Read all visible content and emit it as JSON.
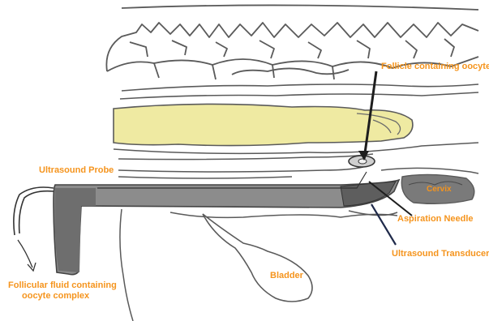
{
  "colors": {
    "label": "#f5941d",
    "outline": "#5a5a5a",
    "probe": "#8c8c8c",
    "probe_dark": "#6e6e6e",
    "colon": "#efeaa2",
    "cervix": "#7a7a7a",
    "pointer": "#1e1e1e",
    "transducer_line": "#1f2a4a"
  },
  "labels": {
    "follicle": "Follicle containing oocyte",
    "probe": "Ultrasound Probe",
    "cervix": "Cervix",
    "needle": "Aspiration Needle",
    "transducer": "Ultrasound Transducer",
    "bladder": "Bladder",
    "fluid_line1": "Follicular fluid containing",
    "fluid_line2": "oocyte complex"
  }
}
